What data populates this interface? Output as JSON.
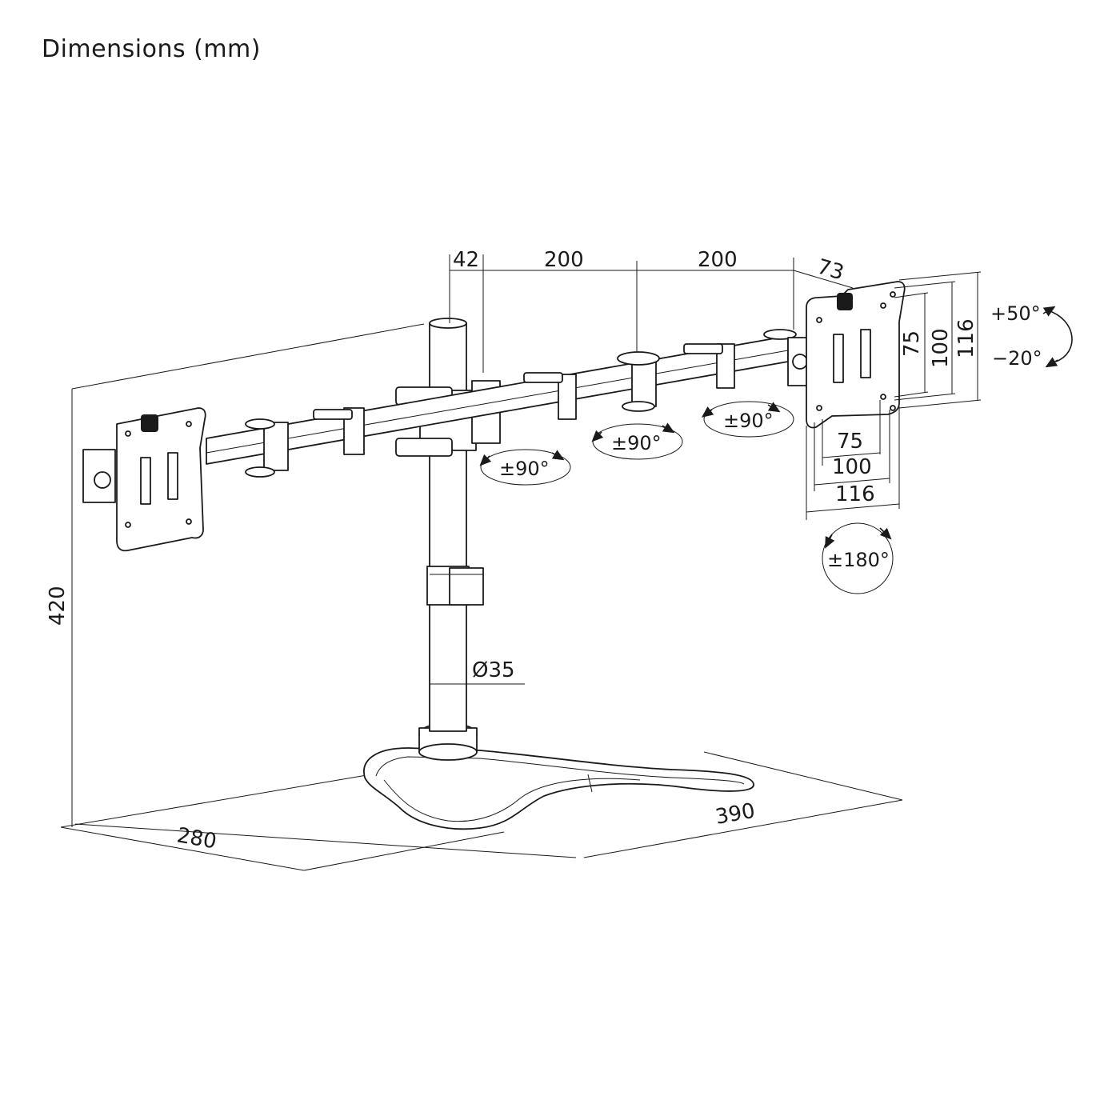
{
  "title": "Dimensions (mm)",
  "dimensions": {
    "top_offset": "42",
    "arm_segment_1": "200",
    "arm_segment_2": "200",
    "plate_offset": "73",
    "height": "420",
    "pole_diameter": "Ø35",
    "base_depth": "280",
    "base_width": "390",
    "vesa_v_75": "75",
    "vesa_v_100": "100",
    "vesa_v_116": "116",
    "vesa_h_75": "75",
    "vesa_h_100": "100",
    "vesa_h_116": "116"
  },
  "rotations": {
    "tilt_up": "+50°",
    "tilt_down": "−20°",
    "swivel_1": "±90°",
    "swivel_2": "±90°",
    "swivel_3": "±90°",
    "rotate": "±180°"
  }
}
